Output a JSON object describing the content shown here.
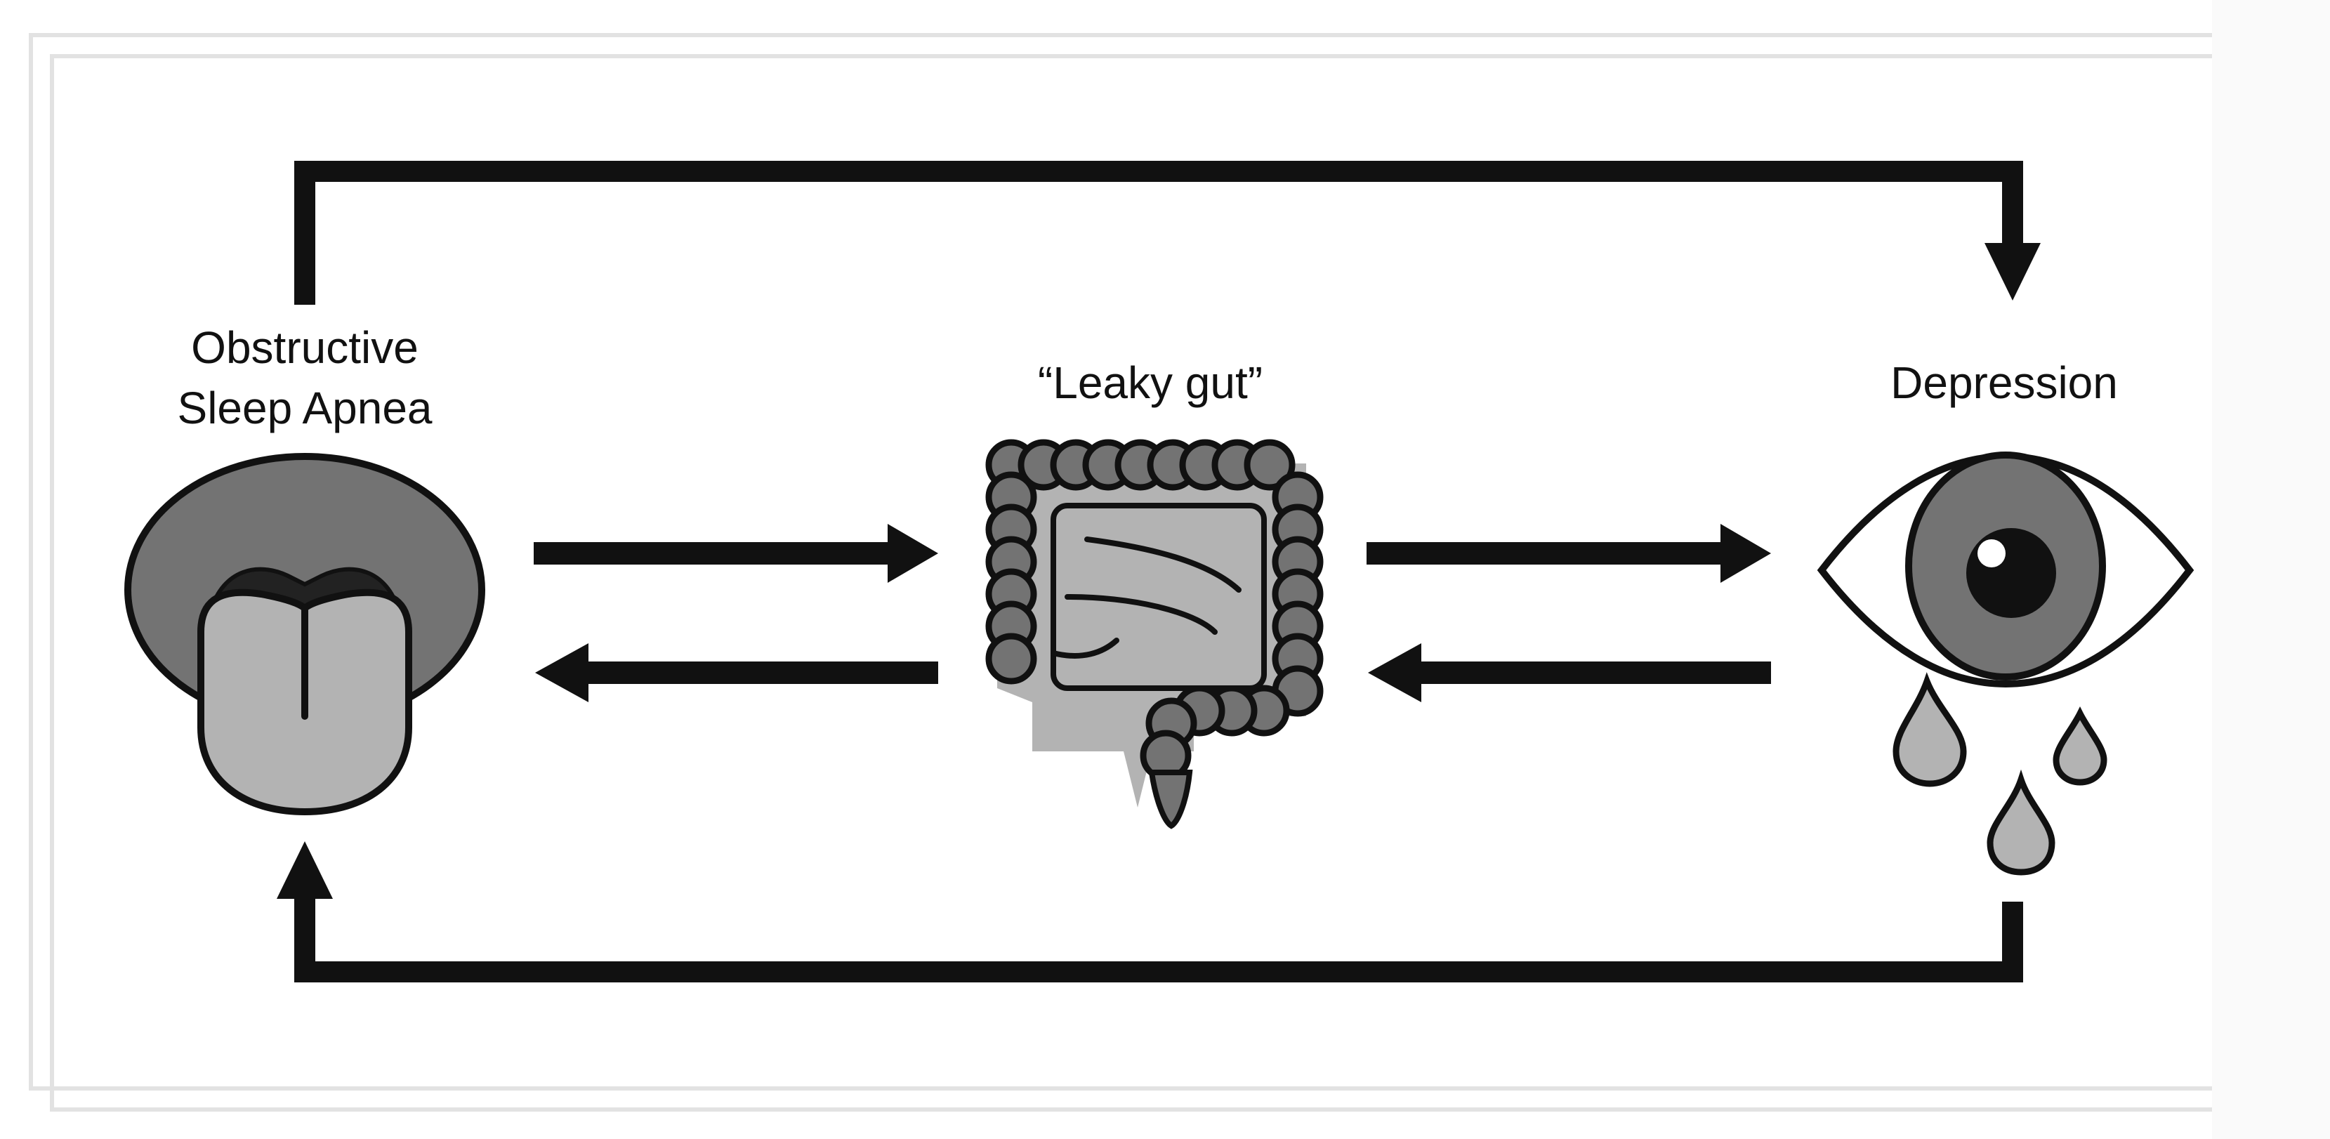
{
  "nodes": {
    "osa": {
      "label_line1": "Obstructive",
      "label_line2": "Sleep Apnea",
      "icon": "tongue-icon"
    },
    "gut": {
      "label": "“Leaky gut”",
      "icon": "intestine-icon"
    },
    "depression": {
      "label": "Depression",
      "icon": "crying-eye-icon"
    }
  },
  "edges": [
    {
      "from": "Obstructive Sleep Apnea",
      "to": "“Leaky gut”"
    },
    {
      "from": "“Leaky gut”",
      "to": "Obstructive Sleep Apnea"
    },
    {
      "from": "“Leaky gut”",
      "to": "Depression"
    },
    {
      "from": "Depression",
      "to": "“Leaky gut”"
    },
    {
      "from": "Obstructive Sleep Apnea",
      "to": "Depression"
    },
    {
      "from": "Depression",
      "to": "Obstructive Sleep Apnea"
    }
  ],
  "colors": {
    "dark_fill": "#737373",
    "light_fill": "#b3b3b3",
    "outline": "#111111",
    "frame": "#e2e2e2"
  }
}
